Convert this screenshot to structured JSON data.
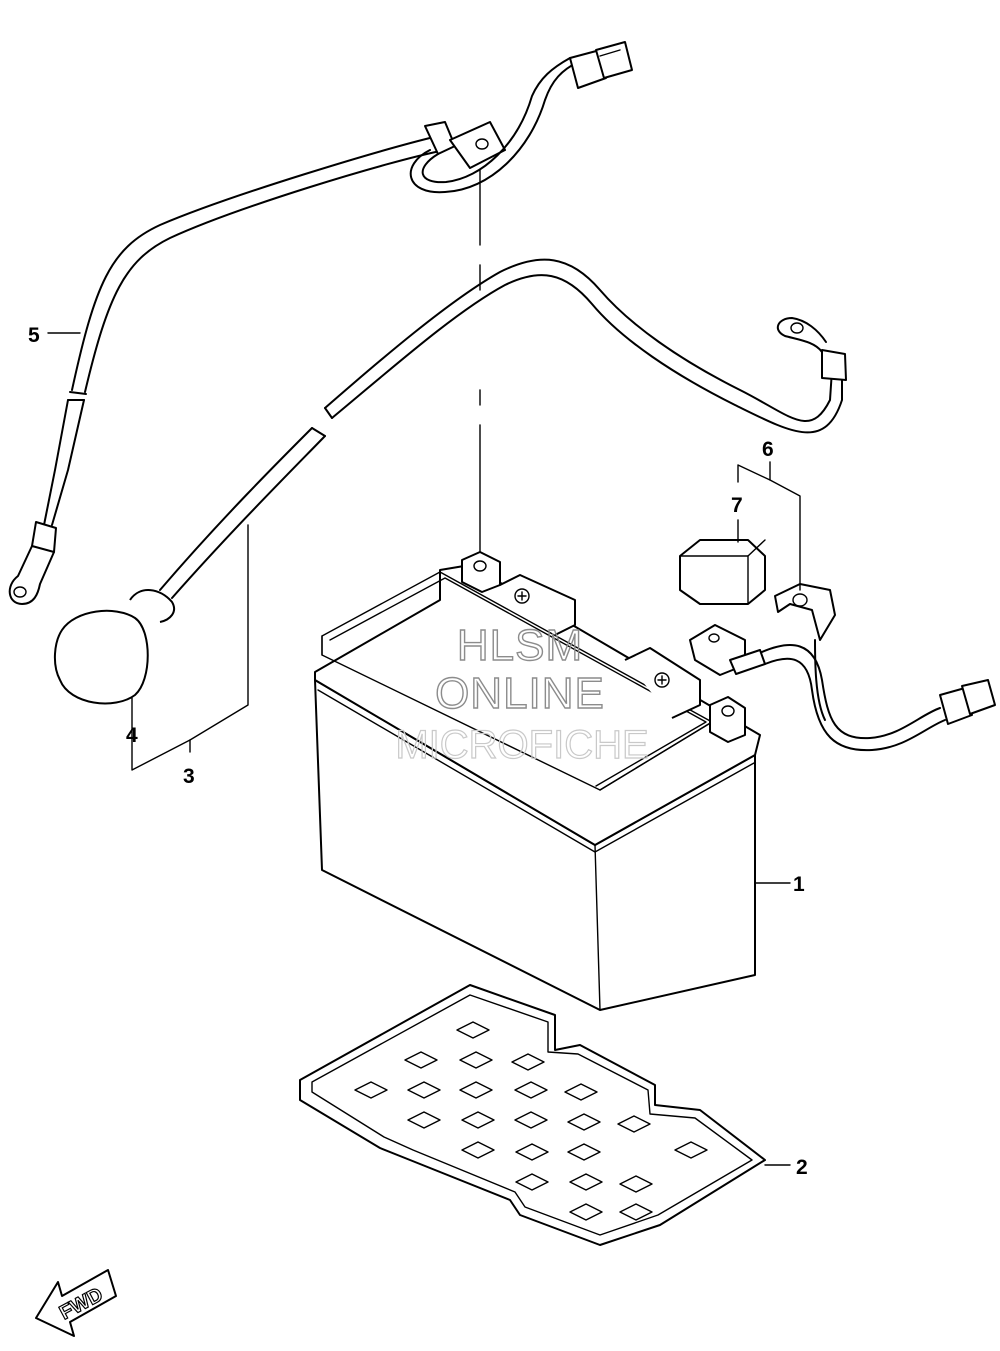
{
  "callouts": {
    "battery": "1",
    "battery_tray": "2",
    "negative_cable_assy": "3",
    "terminal_cover": "4",
    "positive_cable": "5",
    "fuse_holder_assy": "6",
    "fuse_cover": "7"
  },
  "watermark": {
    "line1": "HLSM",
    "line2": "ONLINE",
    "line3": "MICROFICHE"
  },
  "direction_marker": "FWD",
  "colors": {
    "line": "#000000",
    "background": "#ffffff",
    "watermark": "#8c8c8c"
  }
}
